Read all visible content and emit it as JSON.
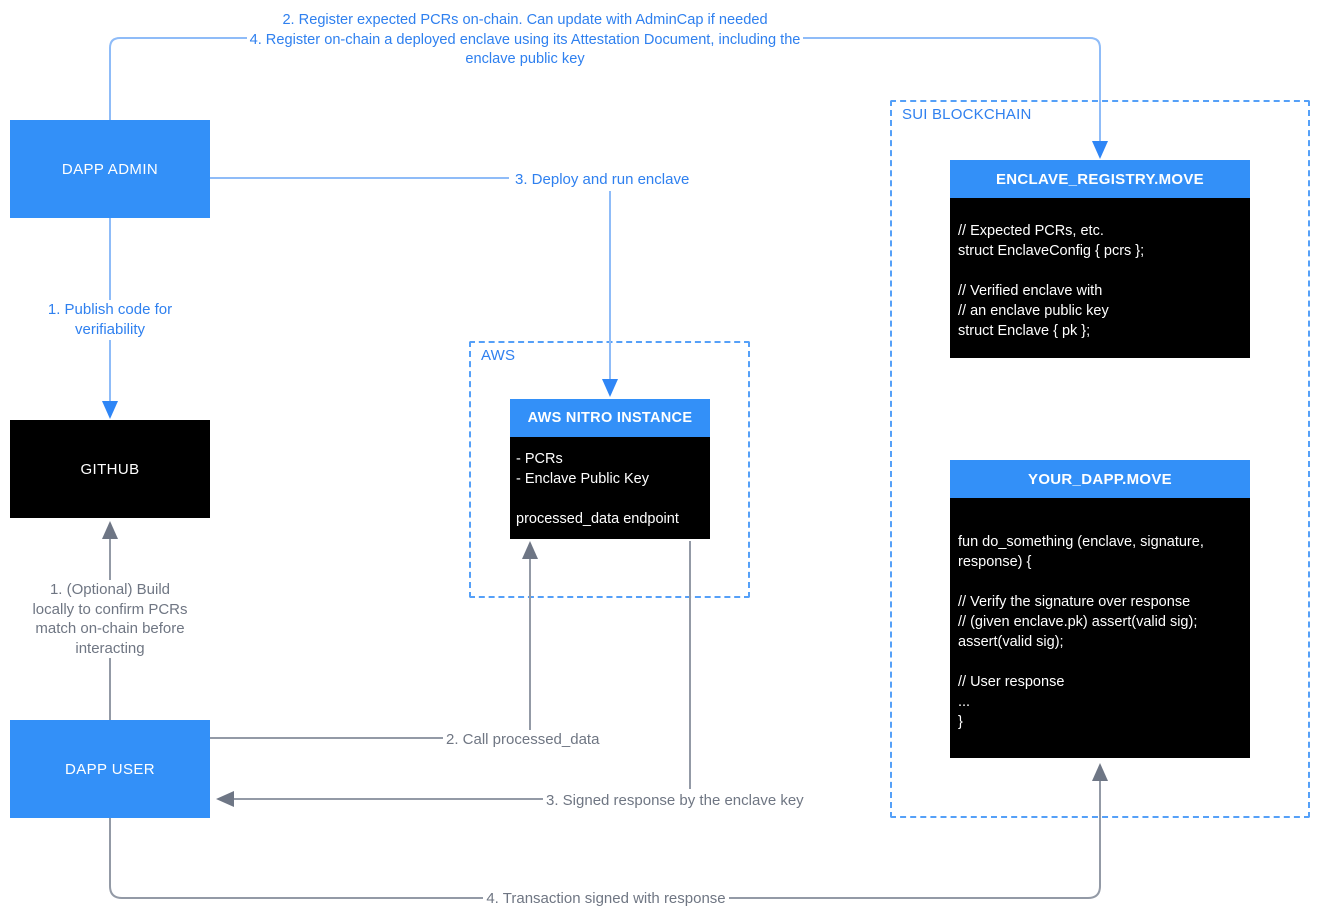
{
  "top_edges": {
    "register_pcrs": "2. Register expected PCRs on-chain. Can update with AdminCap if needed",
    "register_enclave": "4. Register on-chain a deployed enclave using its Attestation Document, including the\nenclave public key"
  },
  "edge_labels": {
    "publish_code": "1. Publish code for\nverifiability",
    "deploy_enclave": "3. Deploy and run enclave",
    "optional_build": "1. (Optional) Build\nlocally to confirm PCRs\nmatch on-chain before\ninteracting",
    "call_processed_data": "2. Call processed_data",
    "signed_response": "3. Signed response by the enclave key",
    "transaction_signed": "4. Transaction signed with response"
  },
  "nodes": {
    "dapp_admin": "DAPP ADMIN",
    "github": "GITHUB",
    "dapp_user": "DAPP USER"
  },
  "aws": {
    "label": "AWS",
    "nitro": {
      "title": "AWS NITRO INSTANCE",
      "code": "- PCRs\n- Enclave Public Key\n\nprocessed_data endpoint"
    }
  },
  "sui": {
    "label": "SUI BLOCKCHAIN",
    "enclave_registry": {
      "title": "ENCLAVE_REGISTRY.MOVE",
      "code": "// Expected PCRs, etc.\nstruct EnclaveConfig { pcrs };\n\n// Verified enclave with\n// an enclave public key\nstruct Enclave { pk };"
    },
    "your_dapp": {
      "title": "YOUR_DAPP.MOVE",
      "code": "fun do_something (enclave, signature,\nresponse) {\n\n// Verify the signature over response\n// (given enclave.pk) assert(valid sig);\nassert(valid sig);\n\n// User response\n...\n}"
    }
  },
  "colors": {
    "node_blue": "#3390F8",
    "blue_text": "#2F80EF",
    "light_blue_line": "#8FBCF8",
    "blue_arrow": "#2F86F6",
    "dashed_border_blue": "#55A0F8",
    "gray_line": "#939AA6",
    "gray_arrow": "#6E7685",
    "gray_text": "#6F7683",
    "box_black": "#000000"
  }
}
